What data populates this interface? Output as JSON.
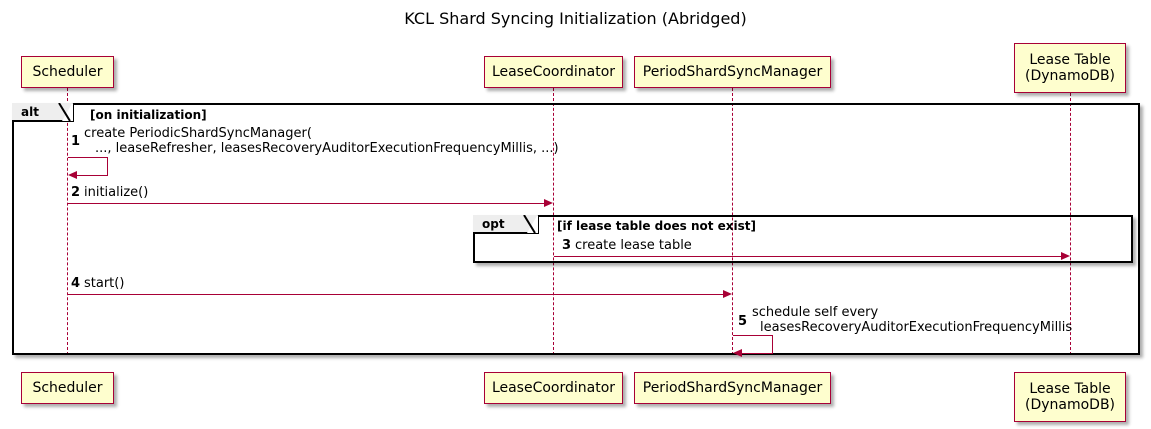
{
  "diagram": {
    "title": "KCL Shard Syncing Initialization (Abridged)",
    "type": "sequence-diagram"
  },
  "participants": [
    {
      "id": "scheduler",
      "label": "Scheduler"
    },
    {
      "id": "leasecoord",
      "label": "LeaseCoordinator"
    },
    {
      "id": "psm",
      "label": "PeriodShardSyncManager"
    },
    {
      "id": "leasetable",
      "label": "Lease Table\n(DynamoDB)"
    }
  ],
  "participants_bottom": [
    {
      "id": "scheduler",
      "label": "Scheduler"
    },
    {
      "id": "leasecoord",
      "label": "LeaseCoordinator"
    },
    {
      "id": "psm",
      "label": "PeriodShardSyncManager"
    },
    {
      "id": "leasetable",
      "label": "Lease Table\n(DynamoDB)"
    }
  ],
  "fragments": [
    {
      "id": "alt",
      "keyword": "alt",
      "condition": "[on initialization]"
    },
    {
      "id": "opt",
      "keyword": "opt",
      "condition": "[if lease table does not exist]"
    }
  ],
  "messages": [
    {
      "number": "1",
      "from": "scheduler",
      "to": "scheduler",
      "self": true,
      "line1": "create PeriodicShardSyncManager(",
      "line2": "..., leaseRefresher, leasesRecoveryAuditorExecutionFrequencyMillis, ...)"
    },
    {
      "number": "2",
      "from": "scheduler",
      "to": "leasecoord",
      "self": false,
      "line1": "initialize()",
      "line2": ""
    },
    {
      "number": "3",
      "from": "leasecoord",
      "to": "leasetable",
      "self": false,
      "line1": "create lease table",
      "line2": ""
    },
    {
      "number": "4",
      "from": "scheduler",
      "to": "psm",
      "self": false,
      "line1": "start()",
      "line2": ""
    },
    {
      "number": "5",
      "from": "psm",
      "to": "psm",
      "self": true,
      "line1": "schedule self every",
      "line2": "leasesRecoveryAuditorExecutionFrequencyMillis"
    }
  ],
  "colors": {
    "participant_fill": "#FEFECE",
    "participant_border": "#A80036",
    "arrow": "#A80036",
    "lifeline": "#A80036",
    "fragment_border": "#000000",
    "fragment_label_fill": "#EEEEEE",
    "background": "#FFFFFF"
  }
}
